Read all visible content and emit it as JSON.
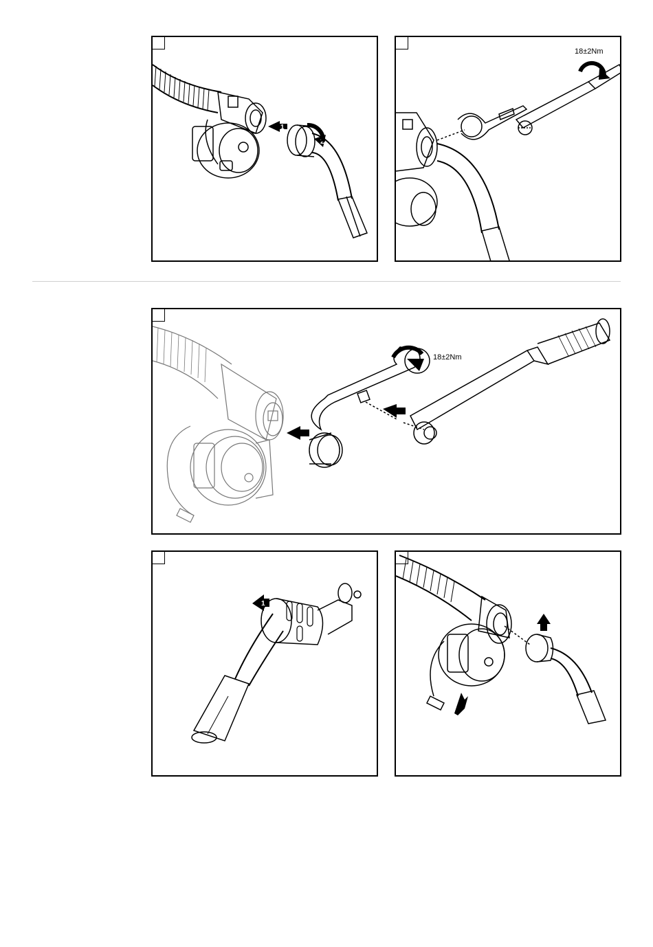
{
  "panels": {
    "p1": {
      "torque": ""
    },
    "p2": {
      "torque": "18±2Nm"
    },
    "p3": {
      "torque": "18±2Nm"
    },
    "p4": {
      "torque": ""
    },
    "p5": {
      "torque": ""
    }
  },
  "steps": {
    "one": "1",
    "two": "2"
  }
}
